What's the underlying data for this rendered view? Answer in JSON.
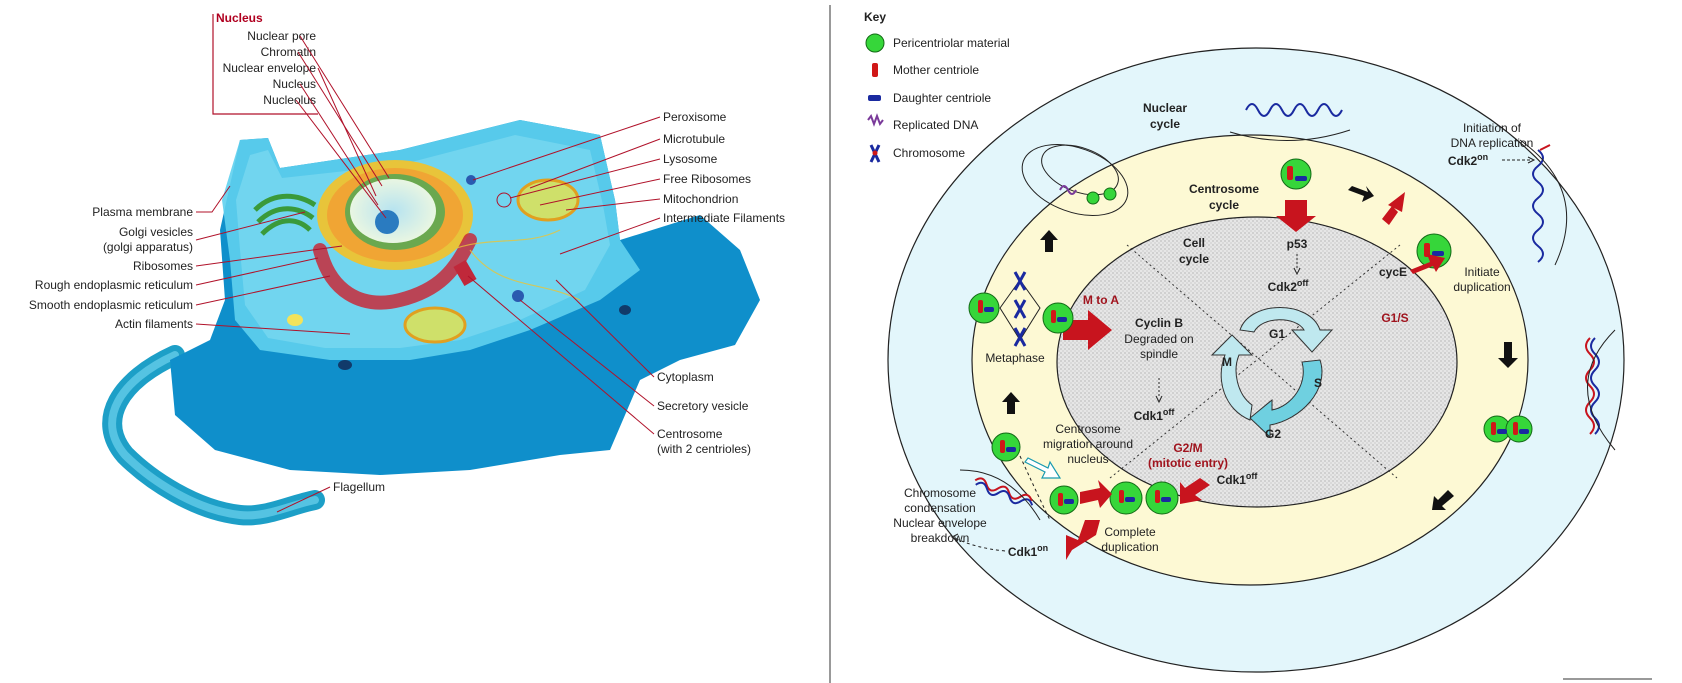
{
  "cell_diagram": {
    "title": "Nucleus",
    "nucleus_parts": [
      "Nuclear pore",
      "Chromatin",
      "Nuclear envelope",
      "Nucleus",
      "Nucleolus"
    ],
    "left_labels": [
      "Plasma membrane",
      "Golgi vesicles",
      "(golgi apparatus)",
      "Ribosomes",
      "Rough endoplasmic reticulum",
      "Smooth endoplasmic reticulum",
      "Actin filaments"
    ],
    "right_labels": [
      "Peroxisome",
      "Microtubule",
      "Lysosome",
      "Free Ribosomes",
      "Mitochondrion",
      "Intermediate Filaments",
      "Cytoplasm",
      "Secretory vesicle",
      "Centrosome",
      "(with 2 centrioles)"
    ],
    "flagellum": "Flagellum"
  },
  "cycle_diagram": {
    "key": {
      "title": "Key",
      "items": [
        "Pericentriolar material",
        "Mother centriole",
        "Daughter centriole",
        "Replicated DNA",
        "Chromosome"
      ]
    },
    "labels": {
      "nuclear_cycle_1": "Nuclear",
      "nuclear_cycle_2": "cycle",
      "centrosome_cycle_1": "Centrosome",
      "centrosome_cycle_2": "cycle",
      "cell_cycle_1": "Cell",
      "cell_cycle_2": "cycle",
      "p53": "p53",
      "cdk2off": "Cdk2",
      "cdk2off_sup": "off",
      "init_dna_1": "Initiation of",
      "init_dna_2": "DNA replication",
      "cdk2on": "Cdk2",
      "cdk2on_sup": "on",
      "cycE": "cycE",
      "initiate_dup_1": "Initiate",
      "initiate_dup_2": "duplication",
      "g1s": "G1/S",
      "m_to_a": "M to A",
      "cyclinb_1": "Cyclin B",
      "cyclinb_2": "Degraded on",
      "cyclinb_3": "spindle",
      "cdk1off_a": "Cdk1",
      "cdk1off_a_sup": "off",
      "metaphase": "Metaphase",
      "g1": "G1",
      "m": "M",
      "s": "S",
      "g2": "G2",
      "g2m_1": "G2/M",
      "g2m_2": "(mitotic entry)",
      "cdk1off_b": "Cdk1",
      "cdk1off_b_sup": "off",
      "centro_mig_1": "Centrosome",
      "centro_mig_2": "migration around",
      "centro_mig_3": "nucleus",
      "chrom_1": "Chromosome",
      "chrom_2": "condensation",
      "chrom_3": "Nuclear envelope",
      "chrom_4": "breakdown",
      "cdk1on": "Cdk1",
      "cdk1on_sup": "on",
      "complete_dup_1": "Complete",
      "complete_dup_2": "duplication"
    }
  },
  "colors": {
    "outer_fill": "#e3f6fb",
    "centrosome_ring": "#fdf9d4",
    "cell_cycle_fill": "#e4e4e4",
    "red_arrow": "#c8141e",
    "pcm_green": "#36d63a",
    "label_red": "#a0141e"
  }
}
